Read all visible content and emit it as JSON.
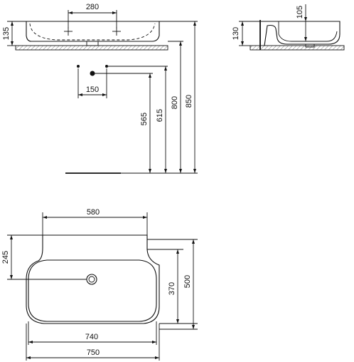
{
  "dimensions": {
    "front_tap_spacing": "280",
    "front_height": "135",
    "side_depth": "105",
    "side_height": "130",
    "waste_offset": "150",
    "height_565": "565",
    "height_615": "615",
    "height_800": "800",
    "height_850": "850",
    "top_width": "580",
    "top_rear_depth": "245",
    "top_front_depth": "370",
    "top_total_depth": "500",
    "top_inner_width": "740",
    "top_total_width": "750"
  },
  "colors": {
    "line": "#111111",
    "background": "#ffffff"
  }
}
